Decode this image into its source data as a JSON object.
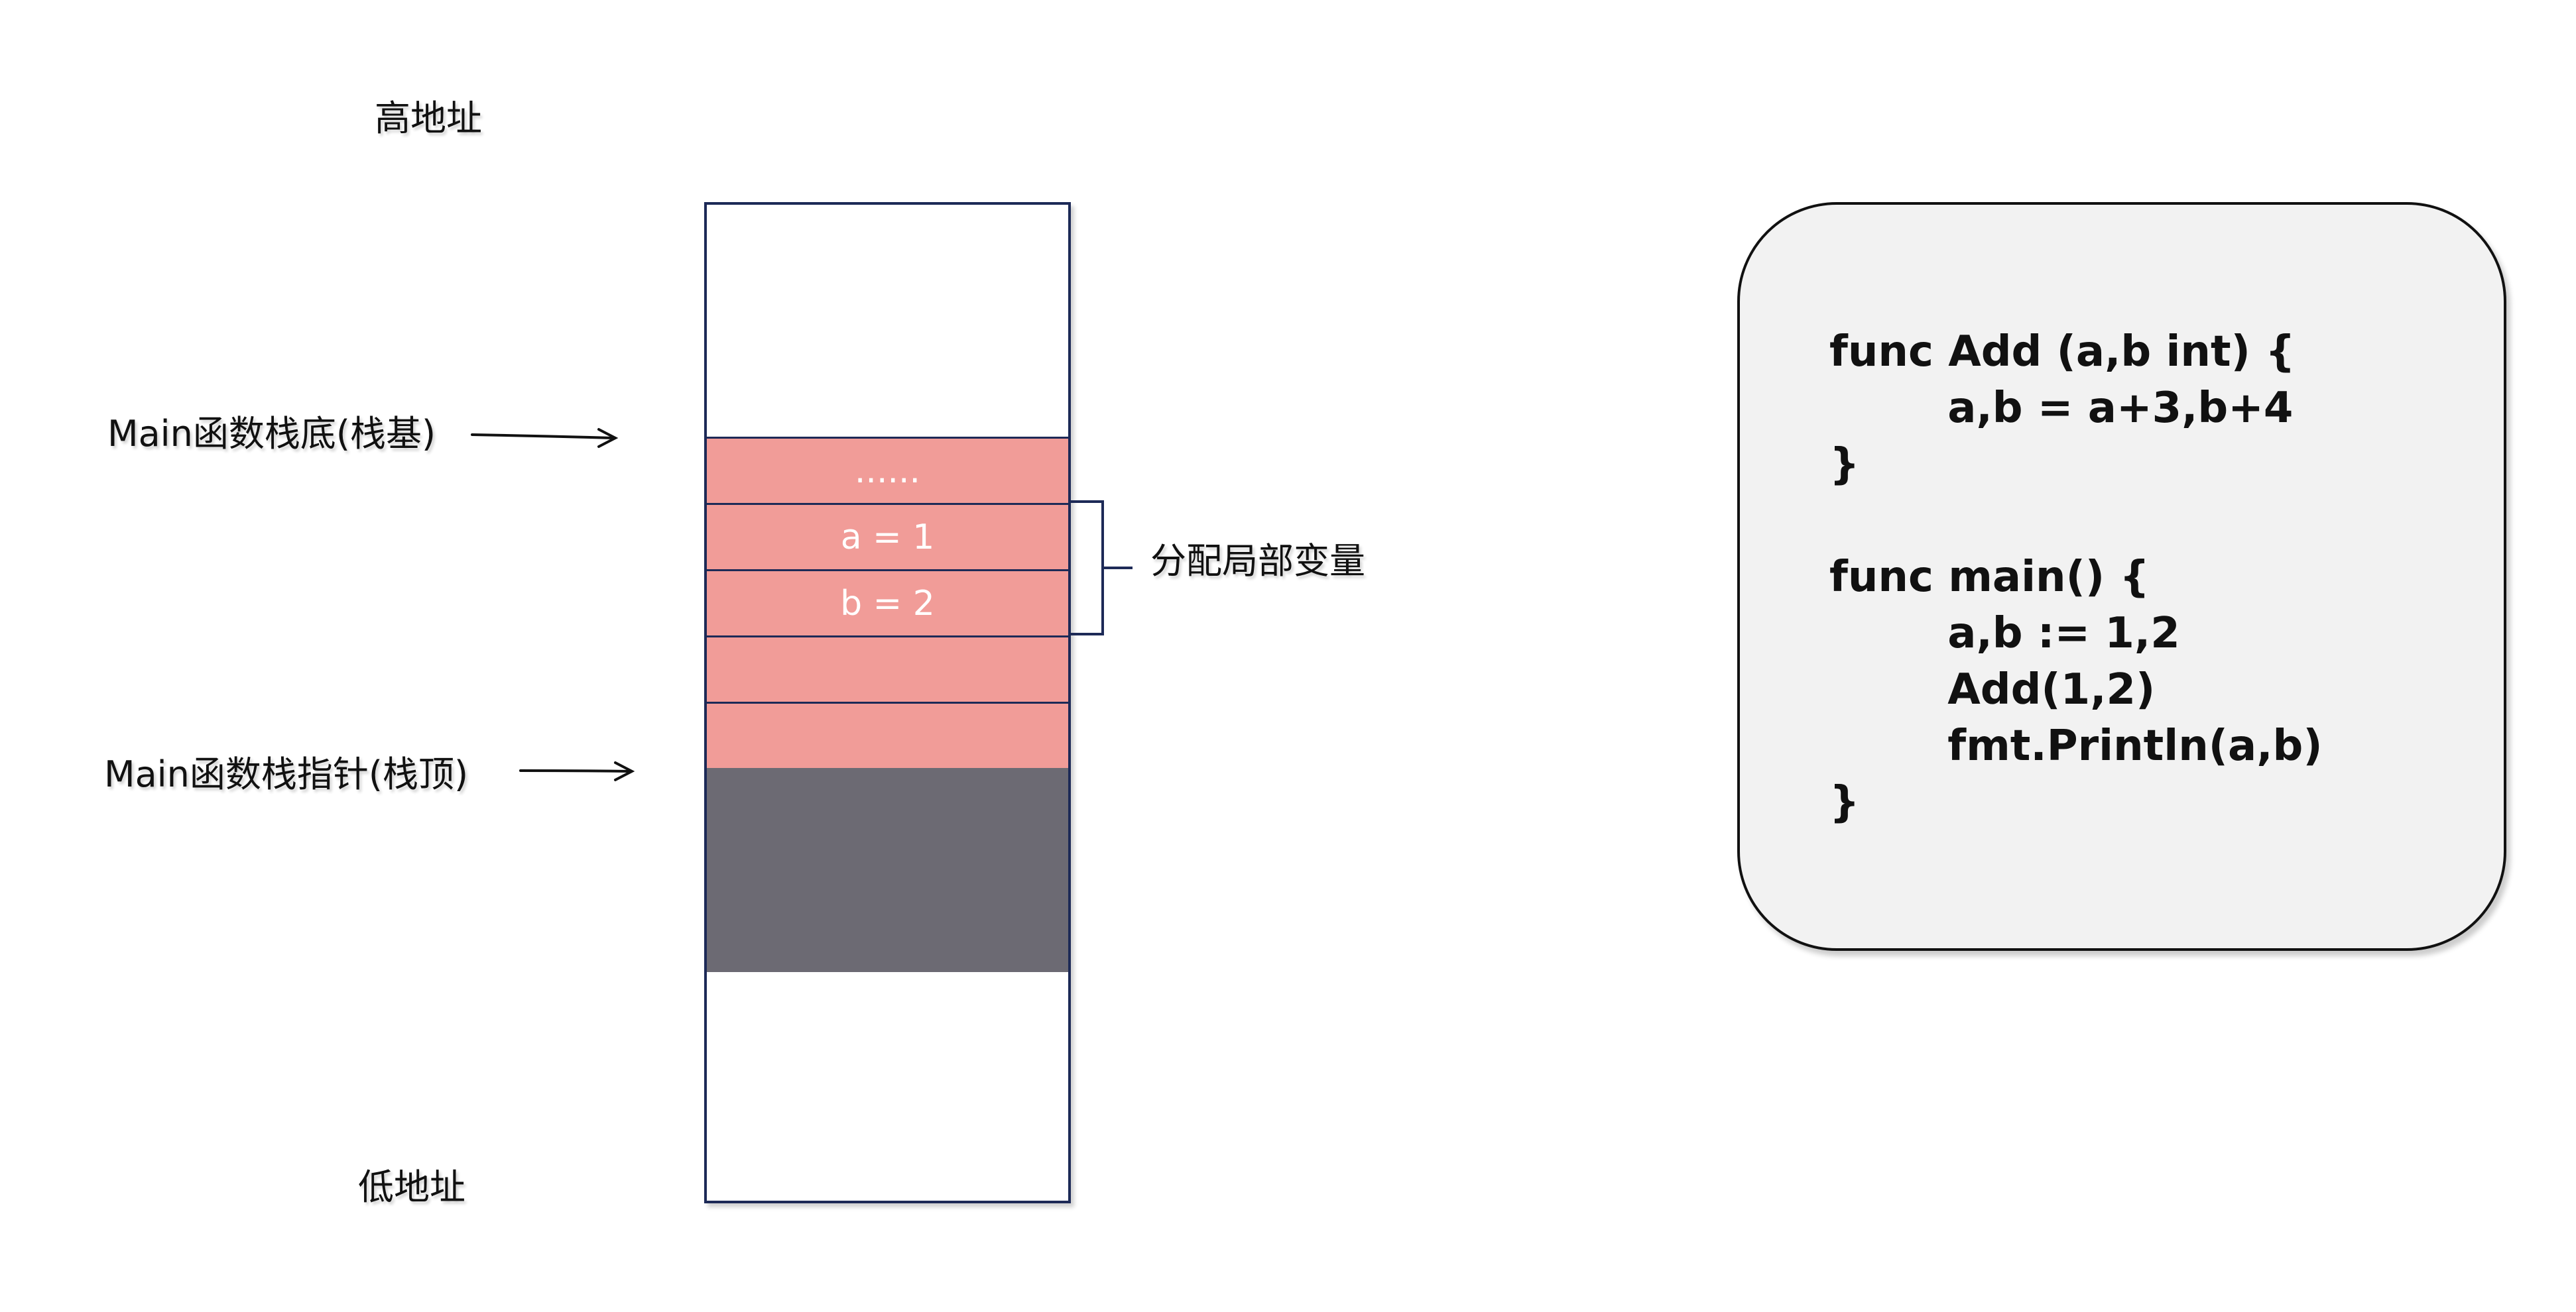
{
  "labels": {
    "high_address": "高地址",
    "low_address": "低地址",
    "stack_base": "Main函数栈底(栈基)",
    "stack_pointer": "Main函数栈指针(栈顶)",
    "allocate_locals": "分配局部变量"
  },
  "stack": {
    "cells": [
      "......",
      "a = 1",
      "b = 2",
      "",
      ""
    ]
  },
  "code": {
    "lines": [
      "func Add (a,b int) {",
      "        a,b = a+3,b+4",
      "}",
      "",
      "func main() {",
      "        a,b := 1,2",
      "        Add(1,2)",
      "        fmt.Println(a,b)",
      "}"
    ]
  },
  "colors": {
    "cell_fill": "#f19c98",
    "frame_fill": "#6c6a73",
    "outline": "#1d2a57",
    "code_bg": "#f2f2f2"
  }
}
